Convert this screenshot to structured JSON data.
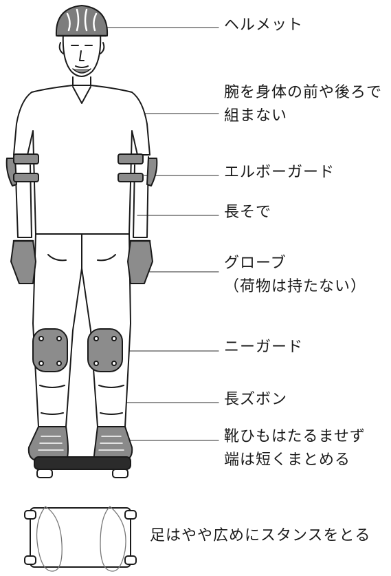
{
  "labels": {
    "helmet": "ヘルメット",
    "arms": [
      "腕を身体の前や後ろで",
      "組まない"
    ],
    "elbow_guard": "エルボーガード",
    "long_sleeves": "長そで",
    "gloves": [
      "グローブ",
      "（荷物は持たない）"
    ],
    "knee_guard": "ニーガード",
    "long_pants": "長ズボン",
    "shoelaces": [
      "靴ひもはたるませず",
      "端は短くまとめる"
    ],
    "stance": "足はやや広めにスタンスをとる"
  },
  "colors": {
    "outline": "#1a1a1a",
    "pad_gray": "#8c8c8c",
    "helmet_gray": "#7d7d7d",
    "shoe_gray": "#8a8a8a",
    "board_gray": "#2b2b2b",
    "leader_line": "#555555"
  }
}
